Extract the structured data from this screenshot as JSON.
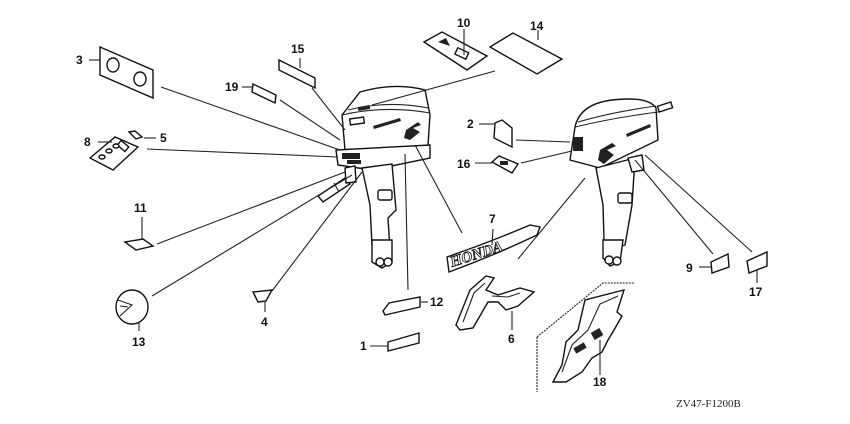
{
  "diagram": {
    "title": "Mark / Decal parts diagram",
    "code": "ZV47-F1200B",
    "brand_text": "HONDA",
    "callouts": [
      {
        "id": "1",
        "label": "1"
      },
      {
        "id": "2",
        "label": "2"
      },
      {
        "id": "3",
        "label": "3"
      },
      {
        "id": "4",
        "label": "4"
      },
      {
        "id": "5",
        "label": "5"
      },
      {
        "id": "6",
        "label": "6"
      },
      {
        "id": "7",
        "label": "7"
      },
      {
        "id": "8",
        "label": "8"
      },
      {
        "id": "9",
        "label": "9"
      },
      {
        "id": "10",
        "label": "10"
      },
      {
        "id": "11",
        "label": "11"
      },
      {
        "id": "12",
        "label": "12"
      },
      {
        "id": "13",
        "label": "13"
      },
      {
        "id": "14",
        "label": "14"
      },
      {
        "id": "15",
        "label": "15"
      },
      {
        "id": "16",
        "label": "16"
      },
      {
        "id": "17",
        "label": "17"
      },
      {
        "id": "18",
        "label": "18"
      },
      {
        "id": "19",
        "label": "19"
      }
    ]
  }
}
